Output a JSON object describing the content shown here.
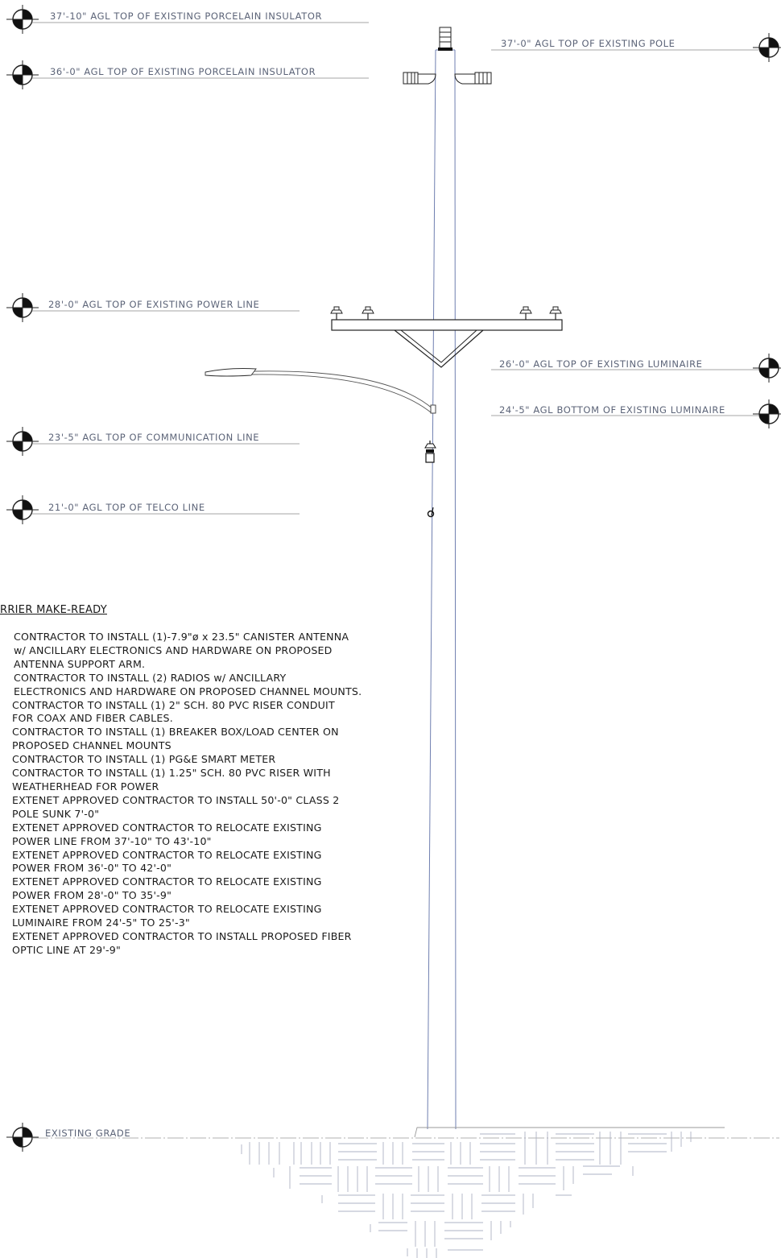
{
  "elevation_marks": [
    {
      "label": "37'-10\" AGL TOP OF EXISTING PORCELAIN INSULATOR"
    },
    {
      "label": "36'-0\" AGL TOP OF EXISTING PORCELAIN INSULATOR"
    },
    {
      "label": "28'-0\" AGL TOP OF EXISTING POWER LINE"
    },
    {
      "label": "23'-5\" AGL TOP OF COMMUNICATION LINE"
    },
    {
      "label": "21'-0\" AGL TOP OF TELCO LINE"
    },
    {
      "label": "EXISTING GRADE"
    },
    {
      "label": "37'-0\" AGL TOP OF EXISTING POLE"
    },
    {
      "label": "26'-0\" AGL TOP OF EXISTING LUMINAIRE"
    },
    {
      "label": "24'-5\" AGL BOTTOM OF EXISTING LUMINAIRE"
    }
  ],
  "notes": {
    "title": "RRIER MAKE-READY",
    "items": [
      "CONTRACTOR TO INSTALL (1)-7.9\"ø x 23.5\" CANISTER ANTENNA",
      "w/ ANCILLARY ELECTRONICS AND HARDWARE ON PROPOSED",
      "ANTENNA SUPPORT ARM.",
      "CONTRACTOR TO INSTALL (2) RADIOS w/ ANCILLARY",
      "ELECTRONICS AND HARDWARE ON PROPOSED CHANNEL MOUNTS.",
      "CONTRACTOR TO INSTALL (1) 2\" SCH. 80 PVC RISER CONDUIT",
      "FOR COAX AND FIBER CABLES.",
      "CONTRACTOR TO INSTALL (1) BREAKER BOX/LOAD CENTER ON",
      "PROPOSED CHANNEL MOUNTS",
      "CONTRACTOR TO INSTALL (1) PG&E SMART METER",
      "CONTRACTOR TO INSTALL (1) 1.25\" SCH. 80 PVC RISER WITH",
      "WEATHERHEAD FOR POWER",
      "EXTENET APPROVED CONTRACTOR TO INSTALL 50'-0\" CLASS 2",
      "POLE SUNK 7'-0\"",
      "EXTENET APPROVED CONTRACTOR TO RELOCATE EXISTING",
      "POWER LINE FROM 37'-10\" TO 43'-10\"",
      "EXTENET APPROVED CONTRACTOR TO RELOCATE EXISTING",
      "POWER FROM 36'-0\" TO 42'-0\"",
      "EXTENET APPROVED CONTRACTOR TO RELOCATE EXISTING",
      "POWER FROM 28'-0\" TO 35'-9\"",
      "EXTENET APPROVED CONTRACTOR TO RELOCATE EXISTING",
      "LUMINAIRE FROM 24'-5\" TO 25'-3\"",
      "EXTENET APPROVED CONTRACTOR TO INSTALL PROPOSED FIBER",
      "OPTIC LINE AT 29'-9\""
    ]
  },
  "colors": {
    "line": "#3a3f52",
    "label": "#5c6478",
    "pole": "#6f7fb0",
    "text": "#1a1a1a"
  }
}
